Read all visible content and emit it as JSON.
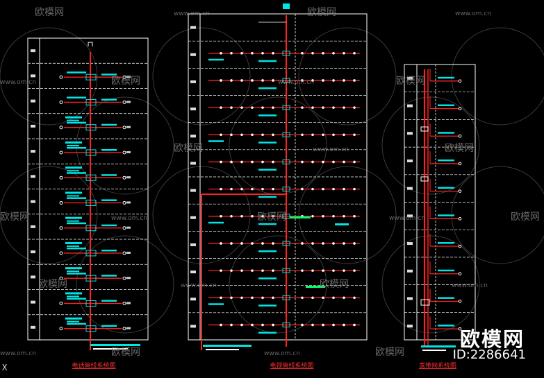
{
  "watermark": {
    "brand": "欧模网",
    "url": "www.om.cn",
    "id_label": "ID:2286641"
  },
  "diagrams": [
    {
      "title": "电话管线系统图",
      "floors": 12
    },
    {
      "title": "电视管线系统图",
      "floors": 12
    },
    {
      "title": "宽带网系统图",
      "floors": 10
    }
  ],
  "axis_marker": "X",
  "colors": {
    "background": "#000000",
    "frame": "#ffffff",
    "cable": "#ff2020",
    "label": "#00e5e5",
    "equipment": "#00ff66",
    "text": "#ffffff",
    "watermark": "#8a8a8a"
  }
}
